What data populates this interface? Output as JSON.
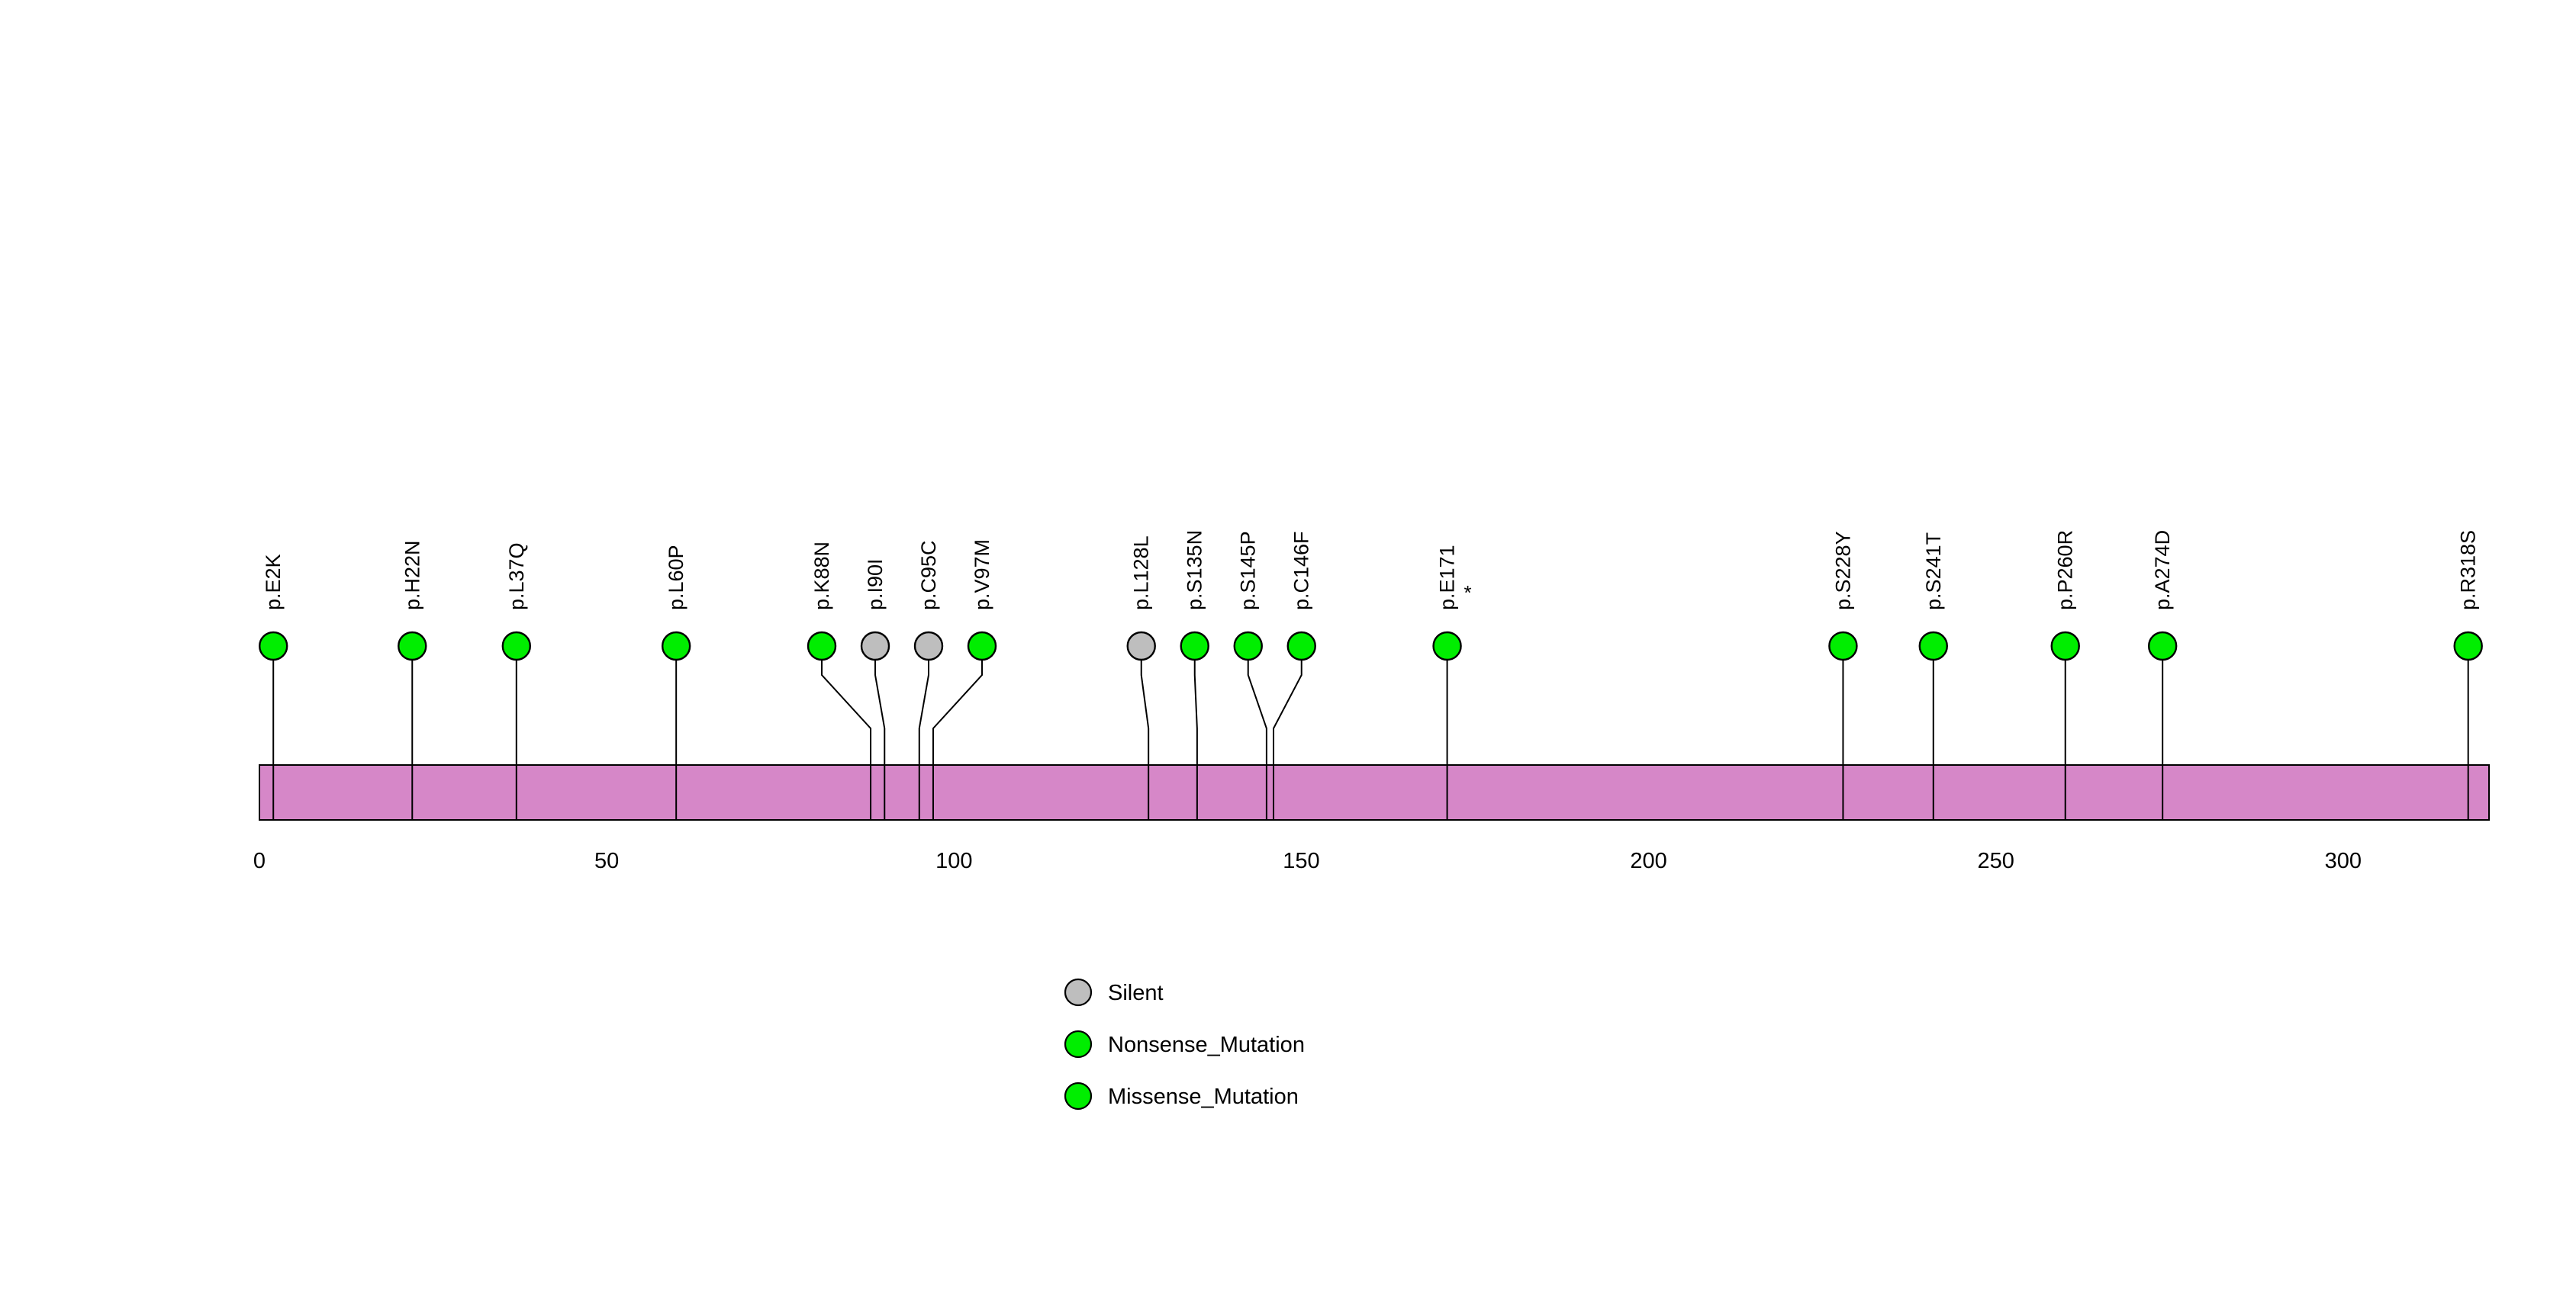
{
  "figure": {
    "background": "#ffffff"
  },
  "chart_data": {
    "type": "lollipop",
    "title": "",
    "xlabel": "",
    "ylabel": "",
    "protein_length": 321,
    "xlim": [
      0,
      321
    ],
    "bar": {
      "fill": "#D687C8",
      "stroke": "#000000"
    },
    "x_axis": {
      "ticks": [
        0,
        50,
        100,
        150,
        200,
        250,
        300
      ]
    },
    "mutation_type_colors": {
      "Silent": "#BEBEBE",
      "Nonsense_Mutation": "#00EE00",
      "Missense_Mutation": "#00EE00"
    },
    "mutations": [
      {
        "label": "p.E2K",
        "pos": 2,
        "type": "Missense_Mutation"
      },
      {
        "label": "p.H22N",
        "pos": 22,
        "type": "Missense_Mutation"
      },
      {
        "label": "p.L37Q",
        "pos": 37,
        "type": "Missense_Mutation"
      },
      {
        "label": "p.L60P",
        "pos": 60,
        "type": "Missense_Mutation"
      },
      {
        "label": "p.K88N",
        "pos": 88,
        "type": "Missense_Mutation"
      },
      {
        "label": "p.I90I",
        "pos": 90,
        "type": "Silent"
      },
      {
        "label": "p.C95C",
        "pos": 95,
        "type": "Silent"
      },
      {
        "label": "p.V97M",
        "pos": 97,
        "type": "Missense_Mutation"
      },
      {
        "label": "p.L128L",
        "pos": 128,
        "type": "Silent"
      },
      {
        "label": "p.S135N",
        "pos": 135,
        "type": "Missense_Mutation"
      },
      {
        "label": "p.S145P",
        "pos": 145,
        "type": "Missense_Mutation"
      },
      {
        "label": "p.C146F",
        "pos": 146,
        "type": "Missense_Mutation"
      },
      {
        "label": "p.E171*",
        "pos": 171,
        "type": "Nonsense_Mutation"
      },
      {
        "label": "p.S228Y",
        "pos": 228,
        "type": "Missense_Mutation"
      },
      {
        "label": "p.S241T",
        "pos": 241,
        "type": "Missense_Mutation"
      },
      {
        "label": "p.P260R",
        "pos": 260,
        "type": "Missense_Mutation"
      },
      {
        "label": "p.A274D",
        "pos": 274,
        "type": "Missense_Mutation"
      },
      {
        "label": "p.R318S",
        "pos": 318,
        "type": "Missense_Mutation"
      }
    ],
    "legend": {
      "position": "bottom-center",
      "items": [
        {
          "label": "Silent",
          "color": "#BEBEBE"
        },
        {
          "label": "Nonsense_Mutation",
          "color": "#00EE00"
        },
        {
          "label": "Missense_Mutation",
          "color": "#00EE00"
        }
      ]
    }
  }
}
